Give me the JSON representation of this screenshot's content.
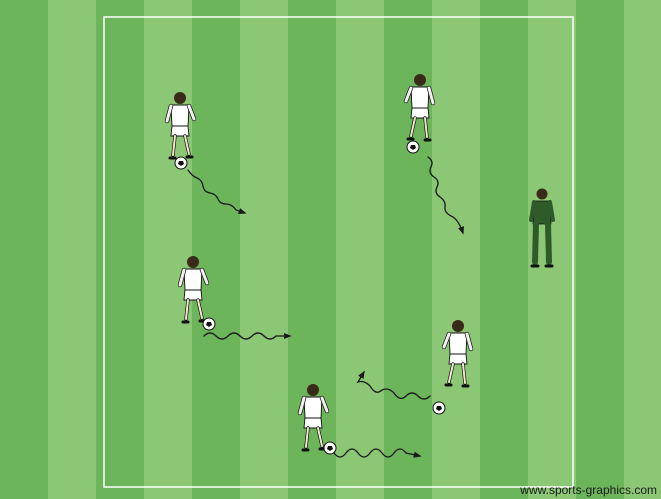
{
  "diagram": {
    "colors": {
      "stripe_dark": "#6db55a",
      "stripe_light": "#8cc776",
      "boundary": "#ffffff",
      "player_kit": "#ffffff",
      "coach_kit": "#2f5a2a",
      "ball": "#ffffff",
      "path": "#1a1a1a"
    },
    "elements": {
      "players": [
        {
          "id": "player-top-left",
          "has_ball": true
        },
        {
          "id": "player-top-right",
          "has_ball": true
        },
        {
          "id": "player-middle-left",
          "has_ball": true
        },
        {
          "id": "player-bottom-right",
          "has_ball": true
        },
        {
          "id": "player-bottom-center",
          "has_ball": true
        }
      ],
      "coach": {
        "id": "coach"
      },
      "dribble_paths": [
        {
          "id": "dribble-path-1"
        },
        {
          "id": "dribble-path-2"
        },
        {
          "id": "dribble-path-3"
        },
        {
          "id": "dribble-path-4"
        },
        {
          "id": "dribble-path-5"
        }
      ]
    },
    "watermark": "www.sports-graphics.com"
  }
}
